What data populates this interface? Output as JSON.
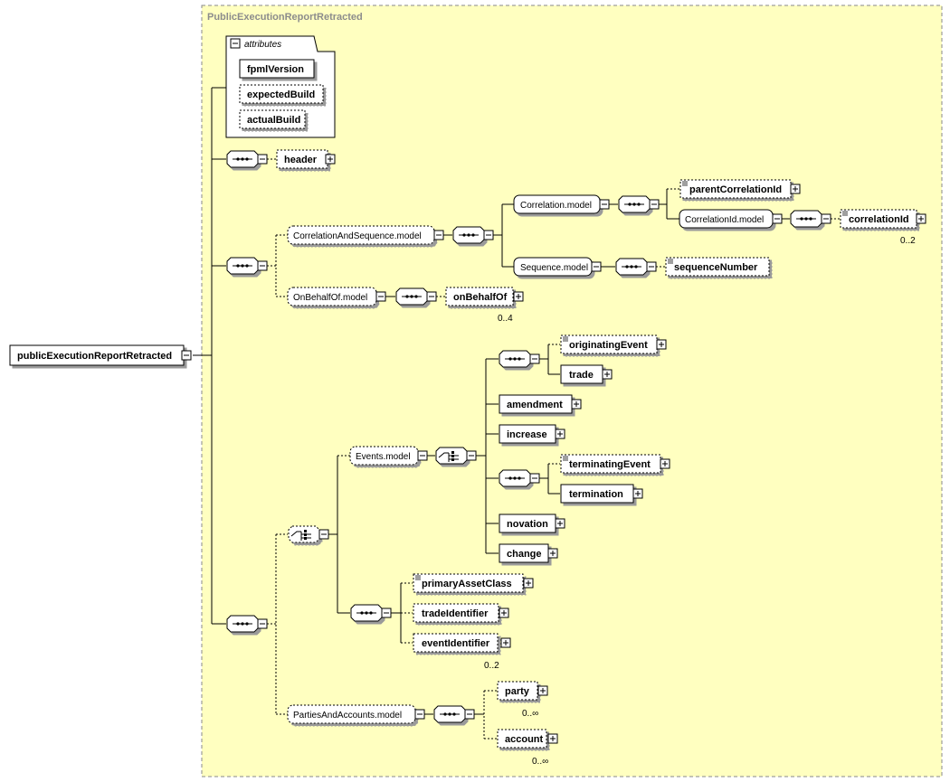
{
  "diagram": {
    "container_title": "PublicExecutionReportRetracted",
    "root": {
      "label": "publicExecutionReportRetracted"
    },
    "attributes": {
      "header": "attributes",
      "items": [
        "fpmlVersion",
        "expectedBuild",
        "actualBuild"
      ]
    },
    "elements": {
      "header": "header",
      "correlation_and_sequence_model": "CorrelationAndSequence.model",
      "correlation_model": "Correlation.model",
      "parent_correlation_id": "parentCorrelationId",
      "correlation_id_model": "CorrelationId.model",
      "correlation_id": "correlationId",
      "correlation_id_card": "0..2",
      "sequence_model": "Sequence.model",
      "sequence_number": "sequenceNumber",
      "on_behalf_of_model": "OnBehalfOf.model",
      "on_behalf_of": "onBehalfOf",
      "on_behalf_of_card": "0..4",
      "events_model": "Events.model",
      "originating_event": "originatingEvent",
      "trade": "trade",
      "amendment": "amendment",
      "increase": "increase",
      "terminating_event": "terminatingEvent",
      "termination": "termination",
      "novation": "novation",
      "change": "change",
      "primary_asset_class": "primaryAssetClass",
      "trade_identifier": "tradeIdentifier",
      "event_identifier": "eventIdentifier",
      "event_identifier_card": "0..2",
      "parties_and_accounts_model": "PartiesAndAccounts.model",
      "party": "party",
      "party_card": "0..∞",
      "account": "account",
      "account_card": "0..∞"
    },
    "colors": {
      "container_fill": "#ffffc0",
      "container_border": "#8a8a8a",
      "box_fill": "#ffffff",
      "line": "#000000",
      "title_text": "#8c8c8c"
    }
  }
}
